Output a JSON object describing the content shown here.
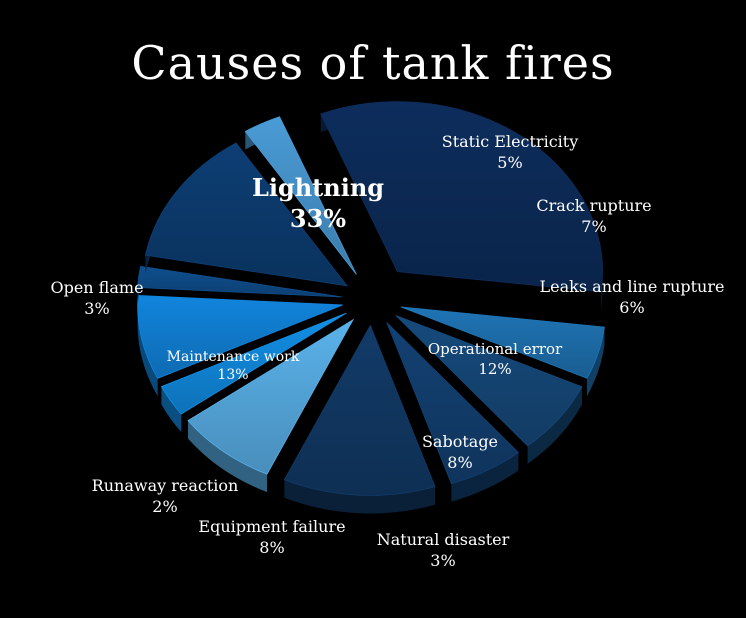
{
  "chart_data": {
    "type": "pie",
    "title": "Causes of tank fires",
    "categories": [
      "Lightning",
      "Static Electricity",
      "Crack rupture",
      "Leaks and line rupture",
      "Operational error",
      "Sabotage",
      "Natural disaster",
      "Equipment failure",
      "Runaway reaction",
      "Maintenance work",
      "Open flame"
    ],
    "labels": [
      "33%",
      "5%",
      "7%",
      "6%",
      "12%",
      "8%",
      "3%",
      "8%",
      "2%",
      "13%",
      "3%"
    ],
    "values": [
      33,
      5,
      7,
      6,
      12,
      8,
      3,
      8,
      2,
      13,
      3
    ],
    "colors": [
      "#0d2d5c",
      "#1f74b5",
      "#164a7c",
      "#134173",
      "#123b68",
      "#5ab2ea",
      "#128fe6",
      "#1185dd",
      "#0f4f8e",
      "#0d3e74",
      "#4a9bd6"
    ],
    "legend": "none",
    "style": "3d-exploded"
  }
}
